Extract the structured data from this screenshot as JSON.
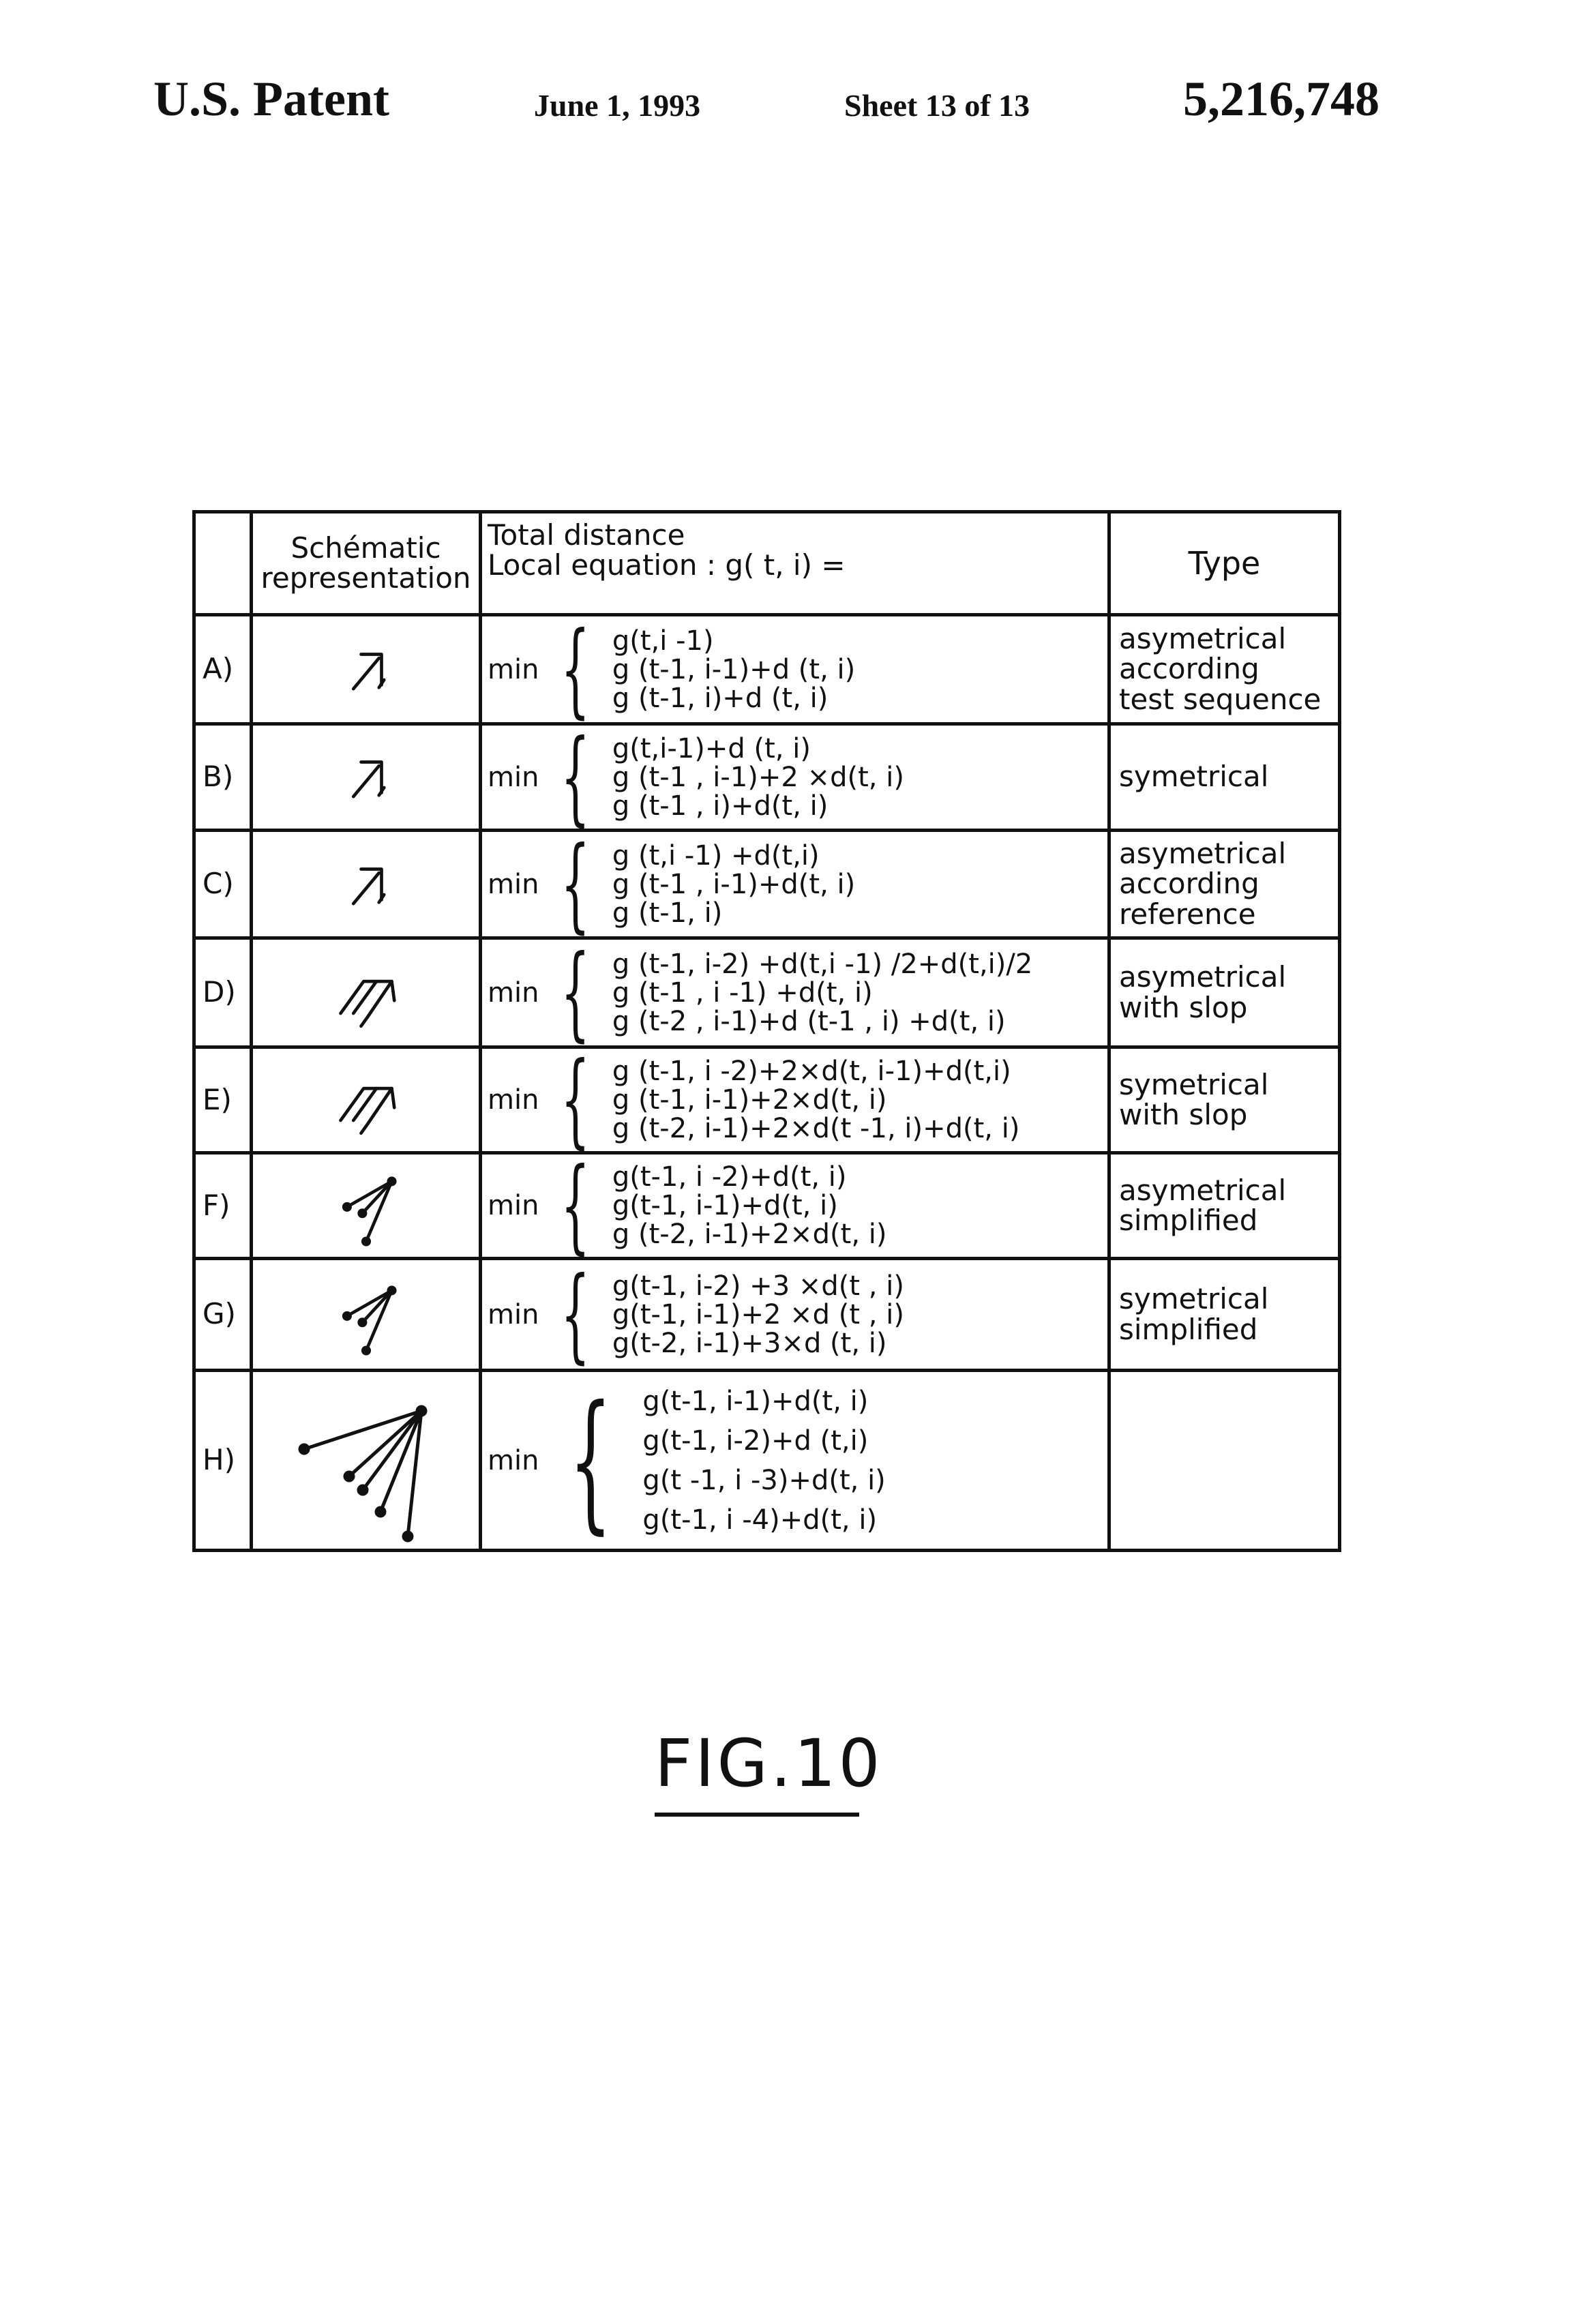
{
  "header": {
    "patent_label": "U.S. Patent",
    "date": "June 1, 1993",
    "sheet": "Sheet 13 of 13",
    "patent_number": "5,216,748"
  },
  "table": {
    "headers": {
      "schematic_line1": "Schématic",
      "schematic_line2": "representation",
      "equation_line1": "Total distance",
      "equation_line2": "Local equation : g( t, i) =",
      "type": "Type"
    },
    "rows": [
      {
        "label": "A)",
        "min": "min",
        "lines": [
          "g(t,i -1)",
          "g (t-1, i-1)+d (t, i)",
          "g (t-1, i)+d (t, i)"
        ],
        "type_lines": [
          "asymetrical",
          "according",
          "test sequence"
        ]
      },
      {
        "label": "B)",
        "min": "min",
        "lines": [
          "g(t,i-1)+d (t, i)",
          "g (t-1 , i-1)+2 ×d(t, i)",
          "g (t-1 , i)+d(t, i)"
        ],
        "type_lines": [
          "symetrical"
        ]
      },
      {
        "label": "C)",
        "min": "min",
        "lines": [
          "g (t,i -1) +d(t,i)",
          "g (t-1 , i-1)+d(t, i)",
          "g (t-1, i)"
        ],
        "type_lines": [
          "asymetrical",
          "according",
          "reference"
        ]
      },
      {
        "label": "D)",
        "min": "min",
        "lines": [
          "g (t-1, i-2) +d(t,i -1) /2+d(t,i)/2",
          "g (t-1 , i -1) +d(t, i)",
          "g (t-2 , i-1)+d (t-1 , i) +d(t, i)"
        ],
        "type_lines": [
          "asymetrical",
          "with slop"
        ]
      },
      {
        "label": "E)",
        "min": "min",
        "lines": [
          "g (t-1, i -2)+2×d(t, i-1)+d(t,i)",
          "g (t-1, i-1)+2×d(t, i)",
          "g (t-2, i-1)+2×d(t -1, i)+d(t, i)"
        ],
        "type_lines": [
          "symetrical",
          "with slop"
        ]
      },
      {
        "label": "F)",
        "min": "min",
        "lines": [
          "g(t-1, i -2)+d(t, i)",
          "g(t-1, i-1)+d(t, i)",
          "g (t-2, i-1)+2×d(t, i)"
        ],
        "type_lines": [
          "asymetrical",
          "simplified"
        ]
      },
      {
        "label": "G)",
        "min": "min",
        "lines": [
          "g(t-1, i-2) +3 ×d(t , i)",
          "g(t-1, i-1)+2 ×d (t , i)",
          "g(t-2, i-1)+3×d (t, i)"
        ],
        "type_lines": [
          "symetrical",
          "simplified"
        ]
      },
      {
        "label": "H)",
        "min": "min",
        "lines": [
          "g(t-1, i-1)+d(t, i)",
          "g(t-1, i-2)+d (t,i)",
          "g(t -1, i -3)+d(t, i)",
          "g(t-1, i -4)+d(t, i)"
        ],
        "type_lines": []
      }
    ]
  },
  "figure_label": "FIG.10"
}
